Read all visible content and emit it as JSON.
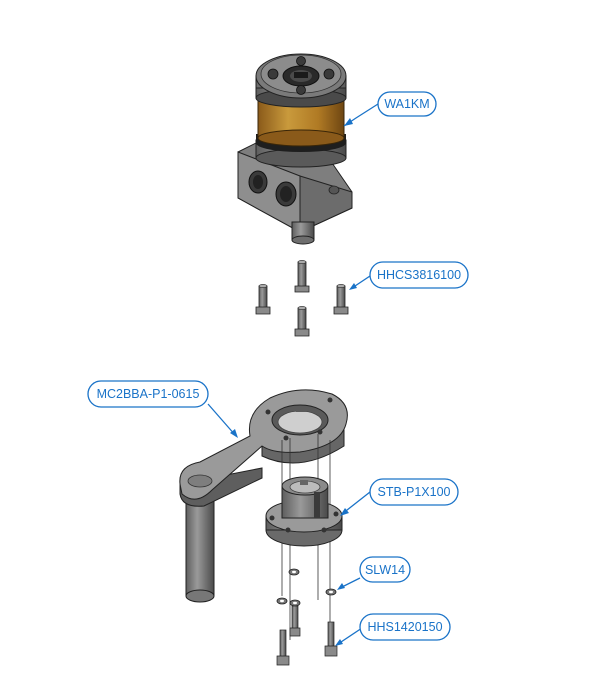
{
  "callouts": {
    "actuator": "WA1KM",
    "screws_top": "HHCS3816100",
    "arm": "MC2BBA-P1-0615",
    "bushing": "STB-P1X100",
    "washer": "SLW14",
    "screws_bottom": "HHS1420150"
  },
  "colors": {
    "callout": "#1a73c8",
    "body_gray": "#8c8c8c",
    "band_gold": "#c08a2e",
    "seal_black": "#1e1e1e"
  }
}
